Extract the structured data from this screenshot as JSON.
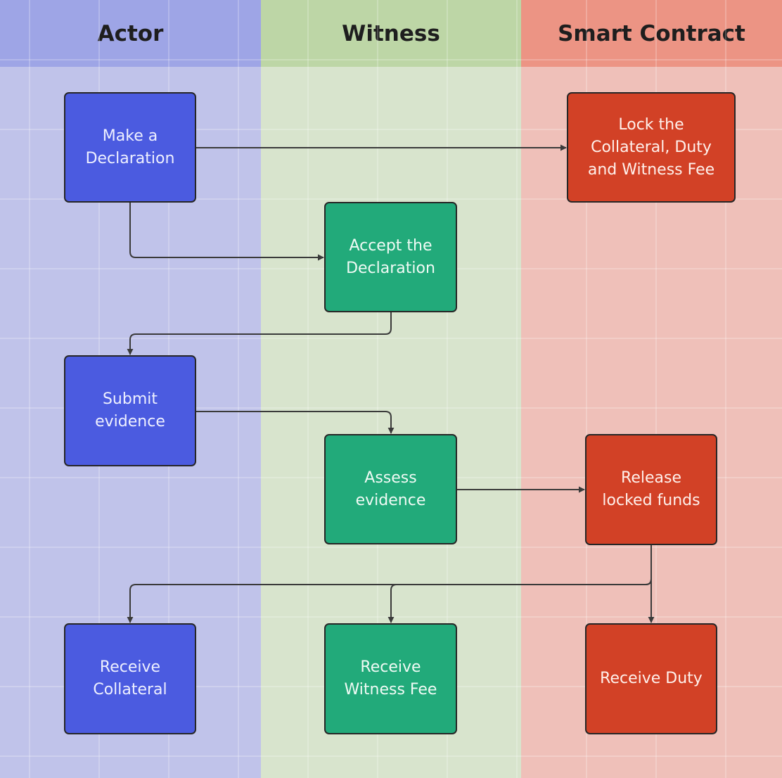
{
  "colors": {
    "actor_header": "#9ea5e6",
    "actor_body": "#c0c3ea",
    "witness_header": "#bdd6a6",
    "witness_body": "#d8e4cd",
    "contract_header": "#ec9484",
    "contract_body": "#efc0b9",
    "actor_node": "#4b5be0",
    "witness_node": "#22aa7a",
    "contract_node": "#d24126",
    "edge": "#3a3a3a"
  },
  "lanes": {
    "actor": "Actor",
    "witness": "Witness",
    "contract": "Smart Contract"
  },
  "nodes": {
    "make_declaration": "Make a\nDeclaration",
    "lock_collateral": "Lock the\nCollateral, Duty\nand Witness Fee",
    "accept_declaration": "Accept the\nDeclaration",
    "submit_evidence": "Submit\nevidence",
    "assess_evidence": "Assess\nevidence",
    "release_funds": "Release\nlocked funds",
    "receive_collateral": "Receive\nCollateral",
    "receive_witness_fee": "Receive\nWitness Fee",
    "receive_duty": "Receive Duty"
  }
}
